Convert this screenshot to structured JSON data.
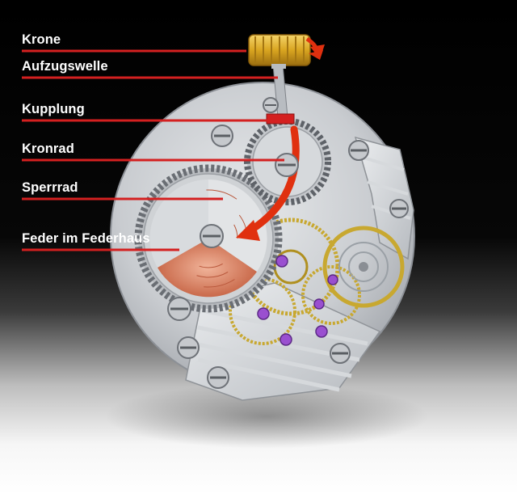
{
  "labels": [
    {
      "text": "Krone"
    },
    {
      "text": "Aufzugswelle"
    },
    {
      "text": "Kupplung"
    },
    {
      "text": "Kronrad"
    },
    {
      "text": "Sperrrad"
    },
    {
      "text": "Feder im Federhaus"
    }
  ],
  "colors": {
    "background_top": "#000000",
    "background_bottom": "#ffffff",
    "leader_line": "#d42020",
    "arrow": "#e0300f",
    "crown_gold": "#d9a520",
    "plate_silver": "#c9ccd0",
    "jewel": "#9a4fd0",
    "brass": "#c8a830",
    "spring": "#e08a6a"
  },
  "icons": [
    "crown-icon",
    "rotation-arrow-icon",
    "flow-arrow-icon",
    "screw-icon",
    "jewel-icon",
    "gear-icon"
  ]
}
